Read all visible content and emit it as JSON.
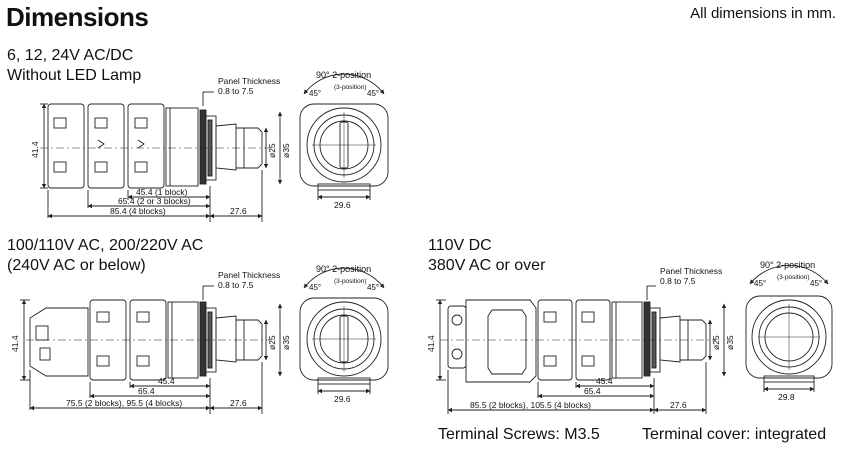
{
  "header": {
    "title": "Dimensions",
    "units_note": "All dimensions in mm."
  },
  "sections": [
    {
      "heading_lines": [
        "6, 12, 24V AC/DC",
        "Without LED Lamp"
      ],
      "panel_thickness": "Panel Thickness",
      "panel_range": "0.8 to 7.5",
      "height": "41.4",
      "dims_row1": "45.4 (1 block)",
      "dims_row2": "65.4 (2 or 3 blocks)",
      "dims_row3": "85.4 (4 blocks)",
      "front_depth": "27.6",
      "dia_inner": "ø25",
      "dia_outer": "ø35",
      "rotation_title": "90° 2-position",
      "rotation_sub": "(3-position)",
      "angle_left": "45°",
      "angle_right": "45°",
      "width": "29.6"
    },
    {
      "heading_lines": [
        "100/110V AC, 200/220V AC",
        "(240V AC or below)"
      ],
      "panel_thickness": "Panel Thickness",
      "panel_range": "0.8 to 7.5",
      "height": "41.4",
      "dims_row1": "45.4",
      "dims_row2": "65.4",
      "dims_row3": "75.5 (2 blocks), 95.5 (4 blocks)",
      "front_depth": "27.6",
      "dia_inner": "ø25",
      "dia_outer": "ø35",
      "rotation_title": "90° 2-position",
      "rotation_sub": "(3-position)",
      "angle_left": "45°",
      "angle_right": "45°",
      "width": "29.6"
    },
    {
      "heading_lines": [
        "110V DC",
        "380V AC or over"
      ],
      "panel_thickness": "Panel Thickness",
      "panel_range": "0.8 to 7.5",
      "height": "41.4",
      "dims_row1": "45.4",
      "dims_row2": "65.4",
      "dims_row3": "85.5 (2 blocks), 105.5 (4 blocks)",
      "front_depth": "27.6",
      "dia_inner": "ø25",
      "dia_outer": "ø35",
      "rotation_title": "90° 2-position",
      "rotation_sub": "(3-position)",
      "angle_left": "45°",
      "angle_right": "45°",
      "width": "29.8"
    }
  ],
  "footer": {
    "terminal_screws": "Terminal Screws: M3.5",
    "terminal_cover": "Terminal cover: integrated"
  }
}
